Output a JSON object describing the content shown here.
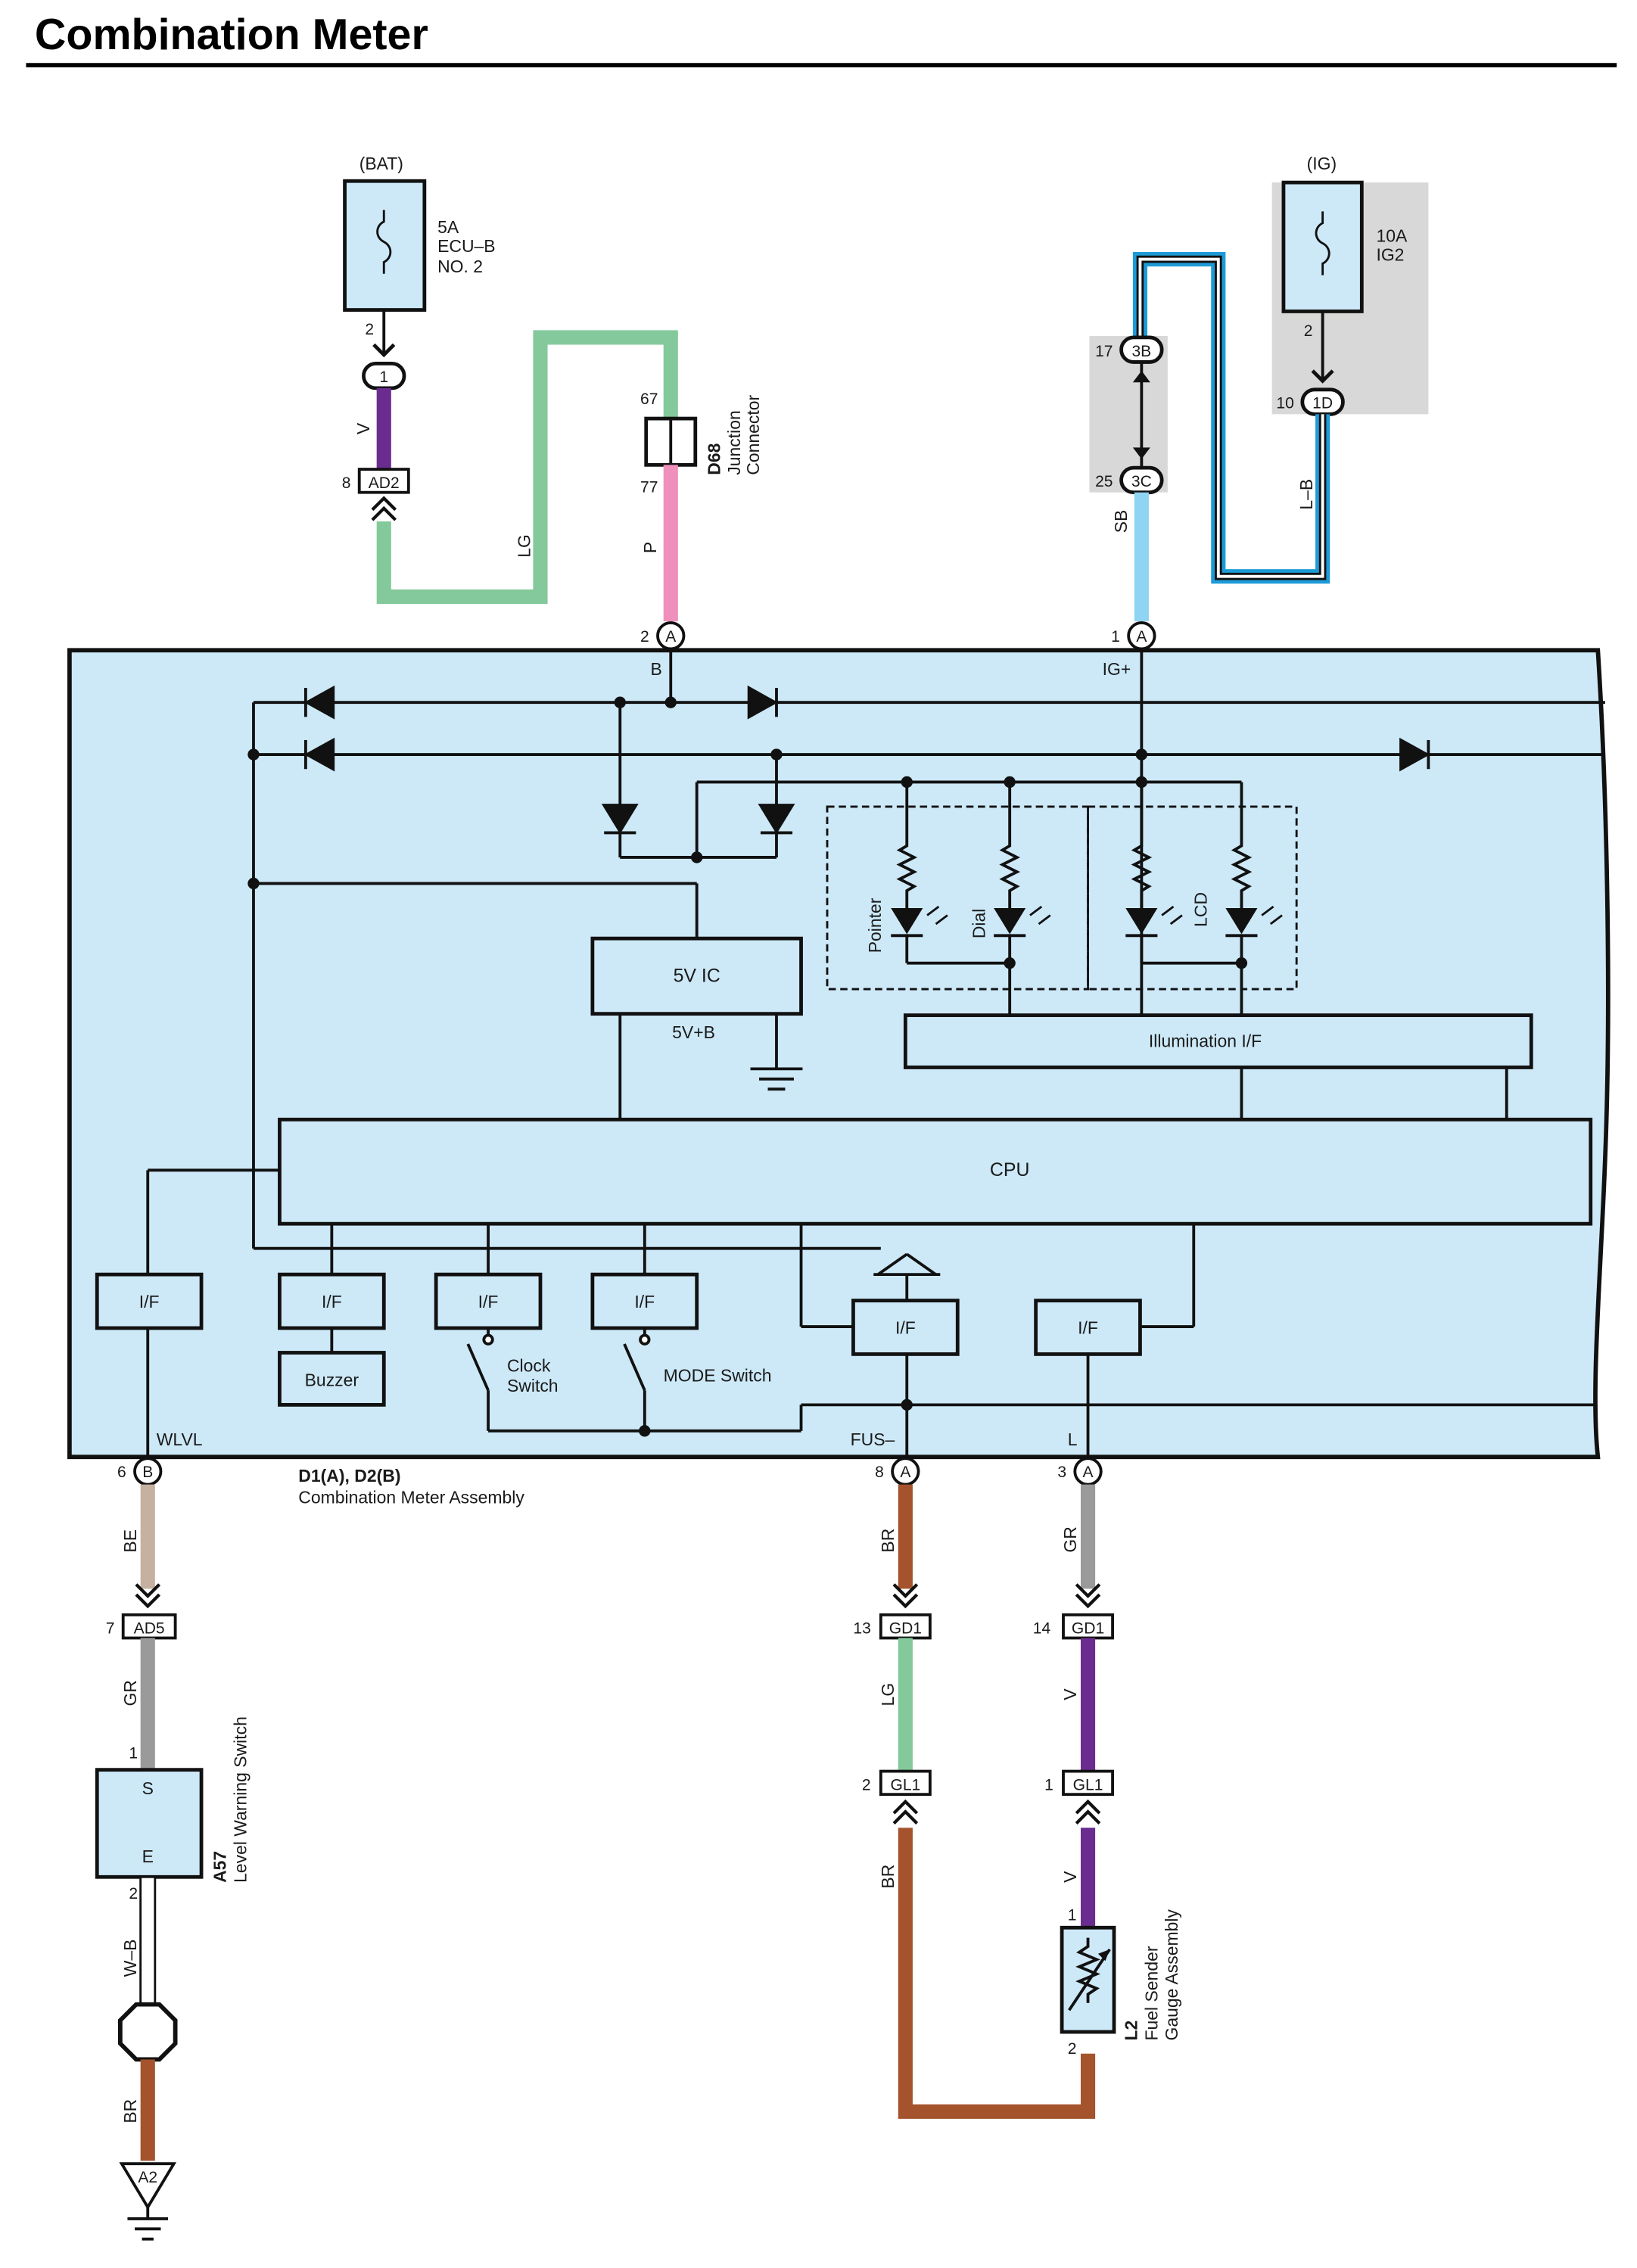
{
  "title": "Combination Meter",
  "colors": {
    "box_fill": "#cde9f8",
    "shade": "#d8d8d8",
    "wire_V": "#6a2d8f",
    "wire_LG": "#84c99b",
    "wire_P": "#ef8fbb",
    "wire_SB": "#8fd4f2",
    "wire_LB": "#1e9bd7",
    "wire_BE": "#c4b19f",
    "wire_GR": "#9a9a9a",
    "wire_BR": "#a4532d",
    "wire_WB": "#ffffff"
  },
  "sources": {
    "bat": {
      "label": "(BAT)",
      "fuse_amp": "5A",
      "fuse_name": "ECU–B",
      "fuse_no": "NO. 2",
      "pin": "2"
    },
    "ig": {
      "label": "(IG)",
      "fuse_amp": "10A",
      "fuse_name": "IG2",
      "pin": "2"
    }
  },
  "connectors": {
    "c1": "1",
    "ad2": "AD2",
    "ad2_pin": "8",
    "d68_pin_top": "67",
    "d68_pin_bottom": "77",
    "d68_code": "D68",
    "d68_name1": "Junction",
    "d68_name2": "Connector",
    "c3b": "3B",
    "c3b_pin": "17",
    "c3c": "3C",
    "c3c_pin": "25",
    "c1d": "1D",
    "c1d_pin": "10",
    "meterA_2": "2",
    "meterA_1": "1",
    "meter_tag_A": "A",
    "meter_tag_B": "B",
    "pin_b": "B",
    "pin_igp": "IG+",
    "pin_wlvl": "WLVL",
    "pin_fus": "FUS–",
    "pin_l": "L",
    "wlvl_pin": "6",
    "fus_pin": "8",
    "l_pin": "3",
    "ad5": "AD5",
    "ad5_pin": "7",
    "gd1": "GD1",
    "gd1_pin_l": "13",
    "gd1_pin_r": "14",
    "gl1": "GL1",
    "gl1_pin_l": "2",
    "gl1_pin_r": "1",
    "sw_pin1": "1",
    "sw_pin2": "2",
    "sender_pin1": "1",
    "sender_pin2": "2",
    "ground": "A2"
  },
  "wires": {
    "v": "V",
    "lg": "LG",
    "p": "P",
    "sb": "SB",
    "lb": "L–B",
    "be": "BE",
    "gr": "GR",
    "wb": "W–B",
    "br": "BR"
  },
  "meter": {
    "id_line": "D1(A), D2(B)",
    "name": "Combination Meter Assembly",
    "ic": "5V IC",
    "ic_out": "5V+B",
    "illum": "Illumination I/F",
    "cpu": "CPU",
    "if_label": "I/F",
    "buzzer": "Buzzer",
    "clock1": "Clock",
    "clock2": "Switch",
    "mode": "MODE Switch",
    "pointer": "Pointer",
    "dial": "Dial",
    "lcd": "LCD"
  },
  "components": {
    "switch_code": "A57",
    "switch_name": "Level Warning Switch",
    "switch_s": "S",
    "switch_e": "E",
    "sender_code": "L2",
    "sender_name1": "Fuel Sender",
    "sender_name2": "Gauge Assembly"
  }
}
